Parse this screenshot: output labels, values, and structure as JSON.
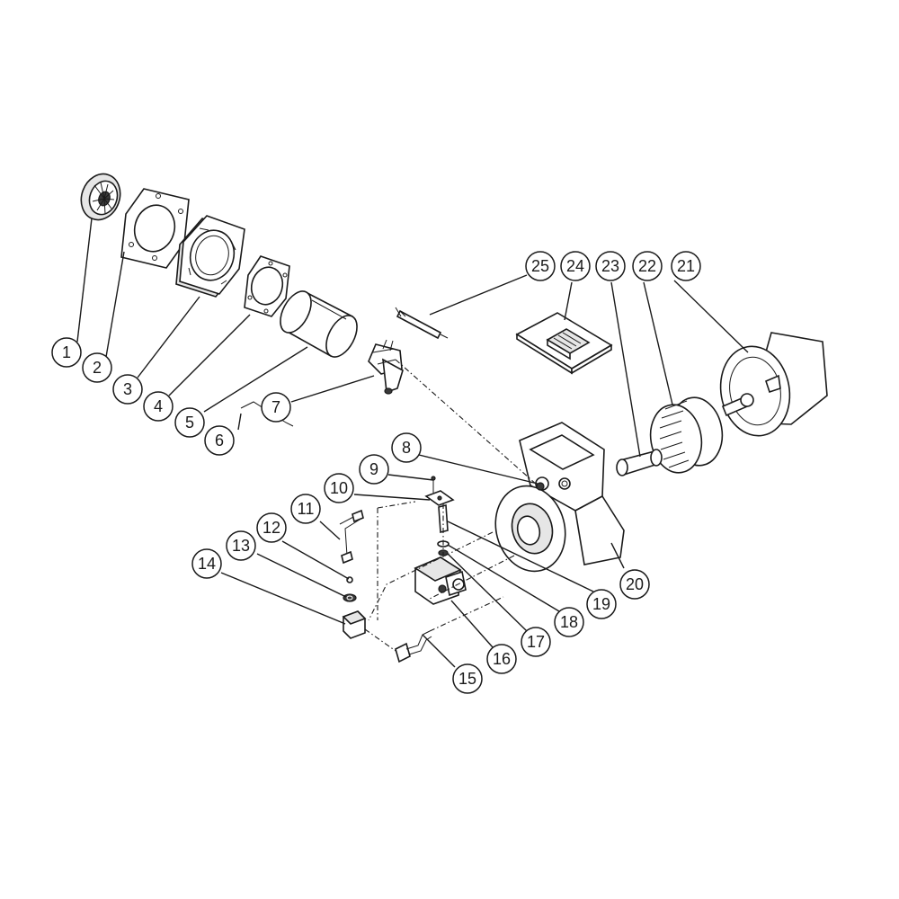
{
  "diagram": {
    "header_fragment": "",
    "callouts": [
      {
        "label": "1"
      },
      {
        "label": "2"
      },
      {
        "label": "3"
      },
      {
        "label": "4"
      },
      {
        "label": "5"
      },
      {
        "label": "6"
      },
      {
        "label": "7"
      },
      {
        "label": "8"
      },
      {
        "label": "9"
      },
      {
        "label": "10"
      },
      {
        "label": "11"
      },
      {
        "label": "12"
      },
      {
        "label": "13"
      },
      {
        "label": "14"
      },
      {
        "label": "15"
      },
      {
        "label": "16"
      },
      {
        "label": "17"
      },
      {
        "label": "18"
      },
      {
        "label": "19"
      },
      {
        "label": "20"
      },
      {
        "label": "21"
      },
      {
        "label": "22"
      },
      {
        "label": "23"
      },
      {
        "label": "24"
      },
      {
        "label": "25"
      }
    ]
  }
}
